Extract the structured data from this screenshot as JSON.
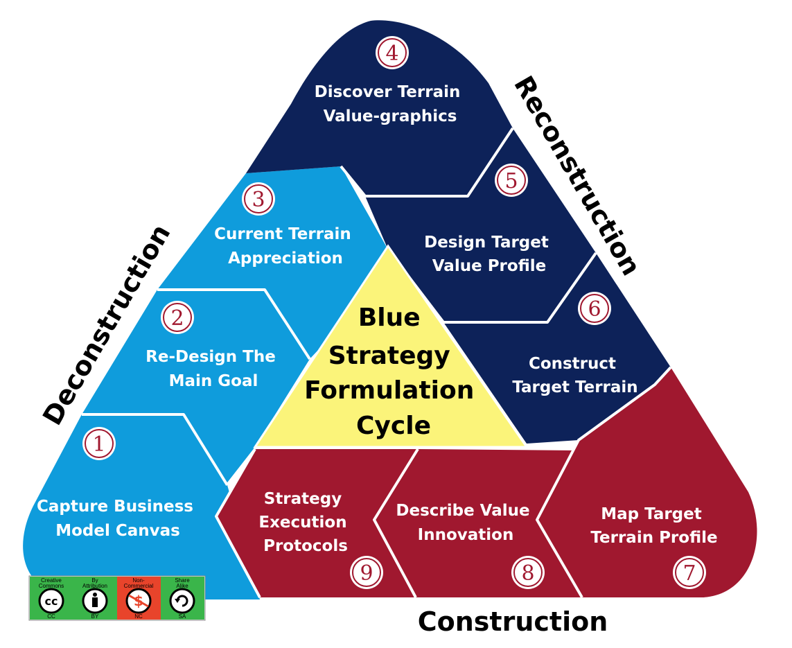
{
  "diagram": {
    "center": {
      "lines": [
        "Blue",
        "Strategy",
        "Formulation",
        "Cycle"
      ],
      "fill": "#fbf47a",
      "text_color": "#000000"
    },
    "phases": {
      "deconstruction": "Deconstruction",
      "reconstruction": "Reconstruction",
      "construction": "Construction"
    },
    "colors": {
      "light_blue": "#0f9cdc",
      "navy": "#0d2259",
      "crimson": "#a0182f",
      "badge_ring": "#a0182f"
    },
    "steps": [
      {
        "number": "1",
        "lines": [
          "Capture Business",
          "Model Canvas"
        ]
      },
      {
        "number": "2",
        "lines": [
          "Re-Design The",
          "Main Goal"
        ]
      },
      {
        "number": "3",
        "lines": [
          "Current Terrain",
          "Appreciation"
        ]
      },
      {
        "number": "4",
        "lines": [
          "Discover Terrain",
          "Value-graphics"
        ]
      },
      {
        "number": "5",
        "lines": [
          "Design Target",
          "Value Profile"
        ]
      },
      {
        "number": "6",
        "lines": [
          "Construct",
          "Target Terrain"
        ]
      },
      {
        "number": "7",
        "lines": [
          "Map Target",
          "Terrain Profile"
        ]
      },
      {
        "number": "8",
        "lines": [
          "Describe Value",
          "Innovation"
        ]
      },
      {
        "number": "9",
        "lines": [
          "Strategy",
          "Execution",
          "Protocols"
        ]
      }
    ]
  },
  "license_badge": {
    "items": [
      {
        "top": [
          "Creative",
          "Commons"
        ],
        "bottom": "CC",
        "icon": "cc-icon",
        "bg": "#3ab54a"
      },
      {
        "top": [
          "By",
          "Attribution"
        ],
        "bottom": "BY",
        "icon": "attribution-person-icon",
        "bg": "#3ab54a"
      },
      {
        "top": [
          "Non-",
          "Commercial"
        ],
        "bottom": "NC",
        "icon": "non-commercial-icon",
        "bg": "#e8442b"
      },
      {
        "top": [
          "Share",
          "Alike"
        ],
        "bottom": "SA",
        "icon": "share-alike-icon",
        "bg": "#3ab54a"
      }
    ]
  }
}
